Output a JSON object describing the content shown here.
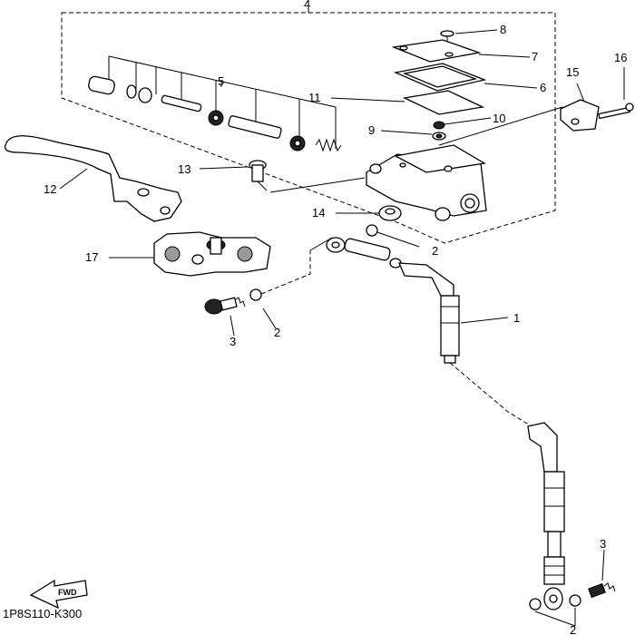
{
  "diagram": {
    "frame_label": "4",
    "callouts": {
      "p1": "1",
      "p2a": "2",
      "p2b": "2",
      "p2c": "2",
      "p3a": "3",
      "p3b": "3",
      "p5": "5",
      "p6": "6",
      "p7": "7",
      "p8": "8",
      "p9": "9",
      "p10": "10",
      "p11": "11",
      "p12": "12",
      "p13": "13",
      "p14": "14",
      "p15": "15",
      "p16": "16",
      "p17": "17"
    },
    "fwd_label": "FWD",
    "drawing_code": "1P8S110-K300"
  }
}
